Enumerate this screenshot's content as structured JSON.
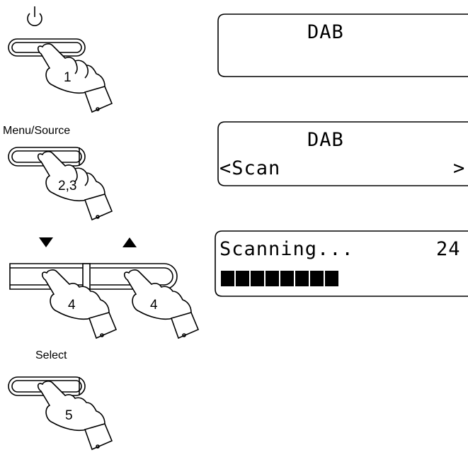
{
  "steps": {
    "power_step": {
      "number": "1",
      "icon": "power-icon"
    },
    "menu_step": {
      "label": "Menu/Source",
      "number": "2,3"
    },
    "tuning_step": {
      "number_left": "4",
      "number_right": "4",
      "icon_left": "triangle-down-icon",
      "icon_right": "triangle-up-icon"
    },
    "select_step": {
      "label": "Select",
      "number": "5"
    }
  },
  "displays": {
    "display1": {
      "line1": "DAB",
      "line2": ""
    },
    "display2": {
      "line1": "DAB",
      "line2_left": "<Scan",
      "line2_right": ">"
    },
    "display3": {
      "line1_left": "Scanning...",
      "line1_right": "24",
      "progress_segments_filled": 8
    }
  }
}
